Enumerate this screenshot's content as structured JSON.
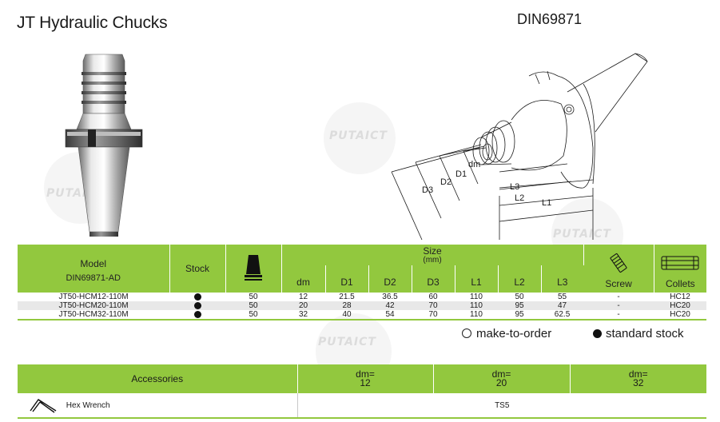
{
  "page": {
    "title": "JT Hydraulic Chucks",
    "standard": "DIN69871",
    "watermark": "PUTAICT"
  },
  "drawing_labels": {
    "dm": "dm",
    "D1": "D1",
    "D2": "D2",
    "D3": "D3",
    "L1": "L1",
    "L2": "L2",
    "L3": "L3"
  },
  "spec_table": {
    "header": {
      "model": "Model",
      "model_sub": "DIN69871-AD",
      "stock": "Stock",
      "size": "Size",
      "size_unit": "(mm)",
      "columns": [
        "dm",
        "D1",
        "D2",
        "D3",
        "L1",
        "L2",
        "L3"
      ],
      "screw": "Screw",
      "collets": "Collets"
    },
    "rows": [
      {
        "model": "JT50-HCM12-110M",
        "taper": "50",
        "dm": "12",
        "D1": "21.5",
        "D2": "36.5",
        "D3": "60",
        "L1": "110",
        "L2": "50",
        "L3": "55",
        "screw": "-",
        "collets": "HC12"
      },
      {
        "model": "JT50-HCM20-110M",
        "taper": "50",
        "dm": "20",
        "D1": "28",
        "D2": "42",
        "D3": "70",
        "L1": "110",
        "L2": "95",
        "L3": "47",
        "screw": "-",
        "collets": "HC20"
      },
      {
        "model": "JT50-HCM32-110M",
        "taper": "50",
        "dm": "32",
        "D1": "40",
        "D2": "54",
        "D3": "70",
        "L1": "110",
        "L2": "95",
        "L3": "62.5",
        "screw": "-",
        "collets": "HC20"
      }
    ]
  },
  "legend": {
    "make_to_order": "make-to-order",
    "standard_stock": "standard stock"
  },
  "accessories": {
    "header": "Accessories",
    "columns": [
      {
        "label": "dm=",
        "value": "12"
      },
      {
        "label": "dm=",
        "value": "20"
      },
      {
        "label": "dm=",
        "value": "32"
      }
    ],
    "item": {
      "name": "Hex Wrench",
      "value": "TS5"
    }
  },
  "colors": {
    "accent_green": "#92c83e",
    "row_gray": "#e8e8e8"
  }
}
